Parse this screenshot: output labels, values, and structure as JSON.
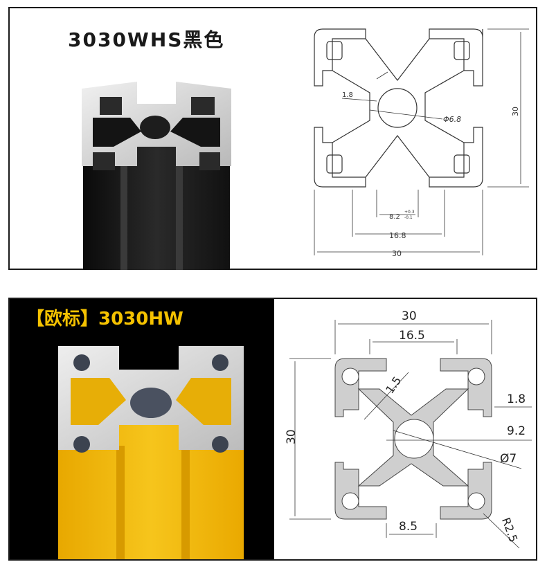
{
  "top": {
    "title": "3030WHS黑色",
    "dims": {
      "d18": "1.8",
      "phi68": "Φ6.8",
      "d30v": "30",
      "d82": "8.2",
      "d82_tol_up": "+0.3",
      "d82_tol_dn": "-0.1",
      "d168": "16.8",
      "d30h": "30"
    }
  },
  "bottom": {
    "title": "【欧标】3030HW",
    "dims": {
      "d30top": "30",
      "d165": "16.5",
      "d15": "1.5",
      "d18": "1.8",
      "d92": "9.2",
      "phi7": "Ø7",
      "d30v": "30",
      "d85": "8.5",
      "r25": "R2.5"
    }
  },
  "colors": {
    "black_profile": "#1c1c1c",
    "yellow_profile": "#f2b90f",
    "aluminum": "#d8d8d8",
    "drawing_fill": "#cfcfcf"
  }
}
